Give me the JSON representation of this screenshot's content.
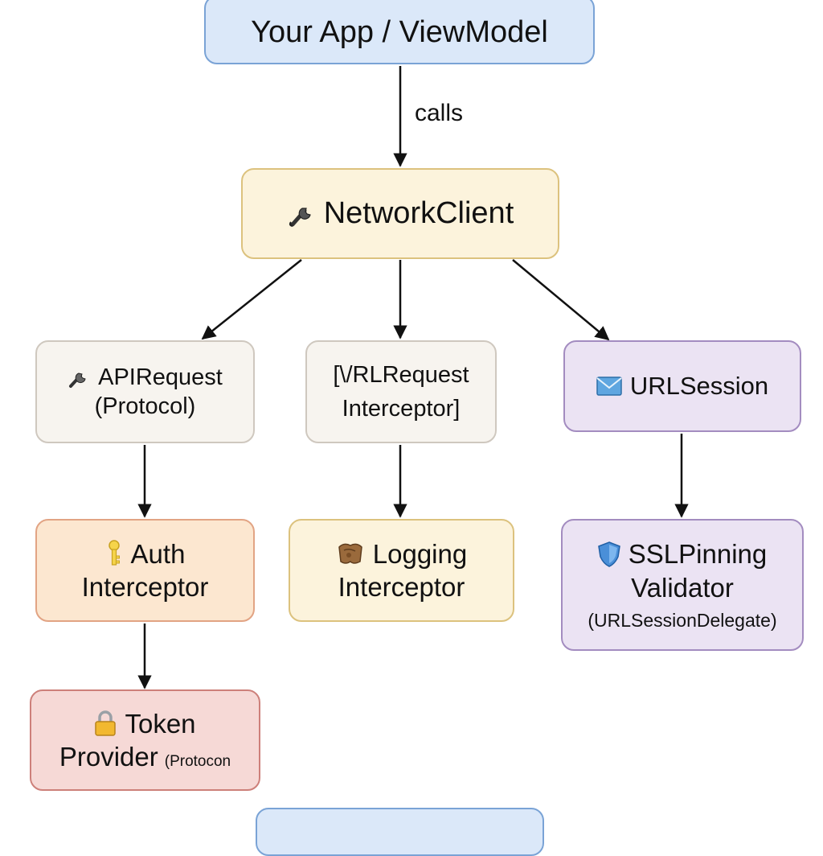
{
  "diagram": {
    "nodes": {
      "app": {
        "label": "Your App / ViewModel"
      },
      "client": {
        "label": "NetworkClient",
        "icon": "wrench-icon"
      },
      "api": {
        "line1": "APIRequest",
        "line2": "(Protocol)",
        "icon": "wrench-icon"
      },
      "urlreq": {
        "line1": "[\\/RLRequest",
        "line2": "Interceptor]"
      },
      "session": {
        "label": "URLSession",
        "icon": "envelope-icon"
      },
      "auth": {
        "line1": "Auth",
        "line2": "Interceptor",
        "icon": "key-icon"
      },
      "logging": {
        "line1": "Logging",
        "line2": "Interceptor",
        "icon": "scroll-icon"
      },
      "ssl": {
        "line1": "SSLPinning",
        "line2": "Validator",
        "line3": "(URLSessionDelegate)",
        "icon": "shield-icon"
      },
      "token": {
        "line1": "Token",
        "line2": "Provider",
        "note": "(Protocon",
        "icon": "lock-icon"
      },
      "bottom": {
        "label": ""
      }
    },
    "edges": [
      {
        "from": "app",
        "to": "client",
        "label": "calls"
      },
      {
        "from": "client",
        "to": "api"
      },
      {
        "from": "client",
        "to": "urlreq"
      },
      {
        "from": "client",
        "to": "session"
      },
      {
        "from": "api",
        "to": "auth"
      },
      {
        "from": "urlreq",
        "to": "logging"
      },
      {
        "from": "session",
        "to": "ssl"
      },
      {
        "from": "auth",
        "to": "token"
      }
    ],
    "colors": {
      "blue": "#dbe8f9",
      "yellow": "#fcf3dc",
      "gray": "#f7f4ef",
      "purple": "#ebe3f3",
      "orange": "#fce7d0",
      "pink": "#f6d9d6",
      "arrow": "#111111"
    }
  }
}
